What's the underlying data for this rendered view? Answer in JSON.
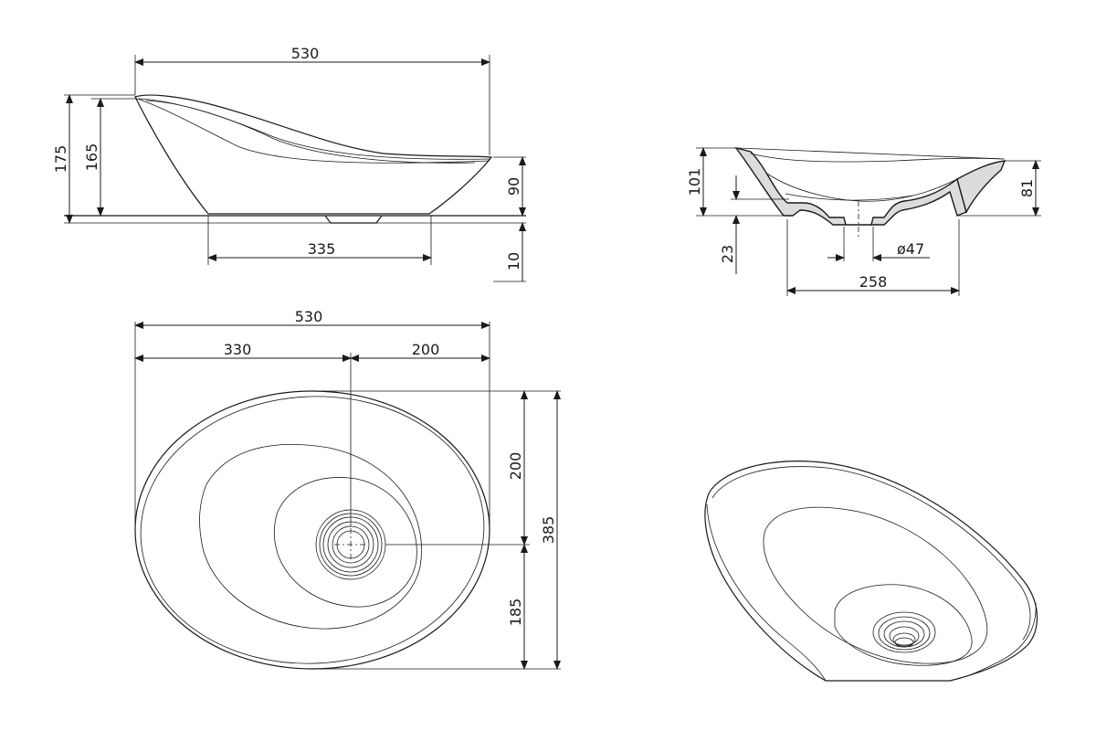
{
  "side_view": {
    "length": "530",
    "base_length": "335",
    "overall_height": "175",
    "inner_height": "165",
    "rim_height": "90",
    "drain_height": "10"
  },
  "section_view": {
    "height": "101",
    "rim_height": "81",
    "drain_offset": "23",
    "drain_diameter": "ø47",
    "base_width": "258"
  },
  "top_view": {
    "length": "530",
    "left_to_drain": "330",
    "drain_to_right": "200",
    "width": "385",
    "top_to_drain": "200",
    "drain_to_bottom": "185"
  },
  "colors": {
    "line": "#1a1a1a",
    "section_fill": "#dcdcdc",
    "background": "#ffffff"
  }
}
